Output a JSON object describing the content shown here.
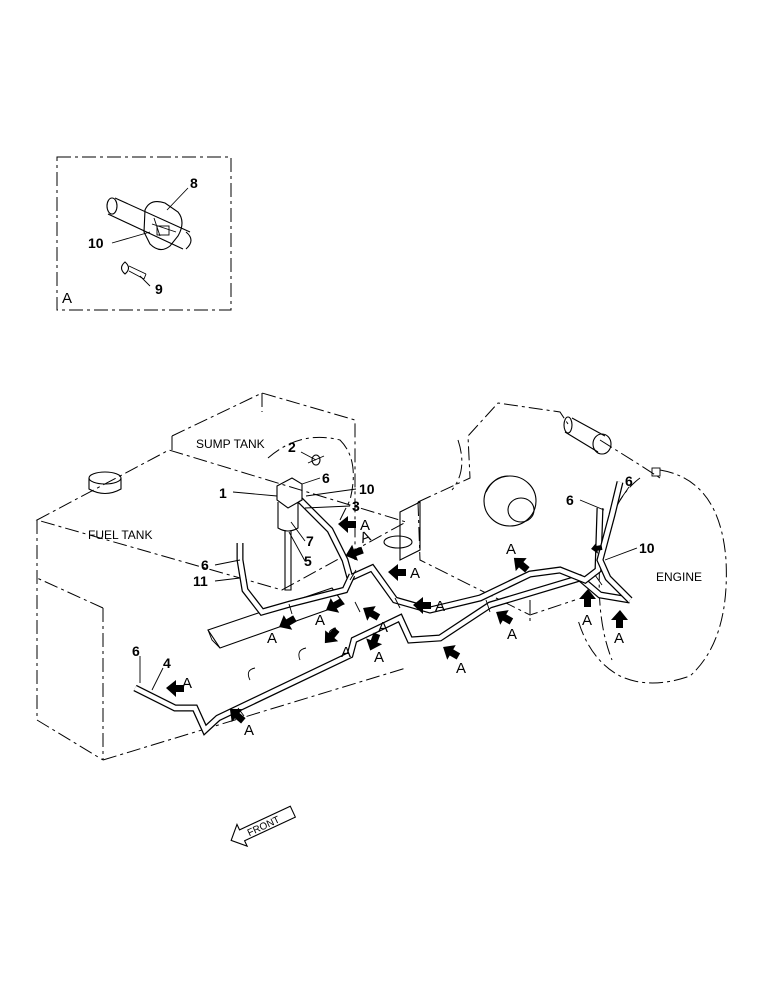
{
  "labels": {
    "sump_tank": "SUMP TANK",
    "fuel_tank": "FUEL TANK",
    "engine": "ENGINE",
    "front": "FRONT"
  },
  "detail": {
    "view_letter": "A",
    "callouts": [
      "8",
      "10",
      "9"
    ]
  },
  "main_callouts": [
    "2",
    "6",
    "1",
    "10",
    "3",
    "7",
    "5",
    "6",
    "11",
    "6",
    "6",
    "10",
    "6",
    "4"
  ],
  "clamp_marker": "A",
  "clamp_marker_count": 17
}
